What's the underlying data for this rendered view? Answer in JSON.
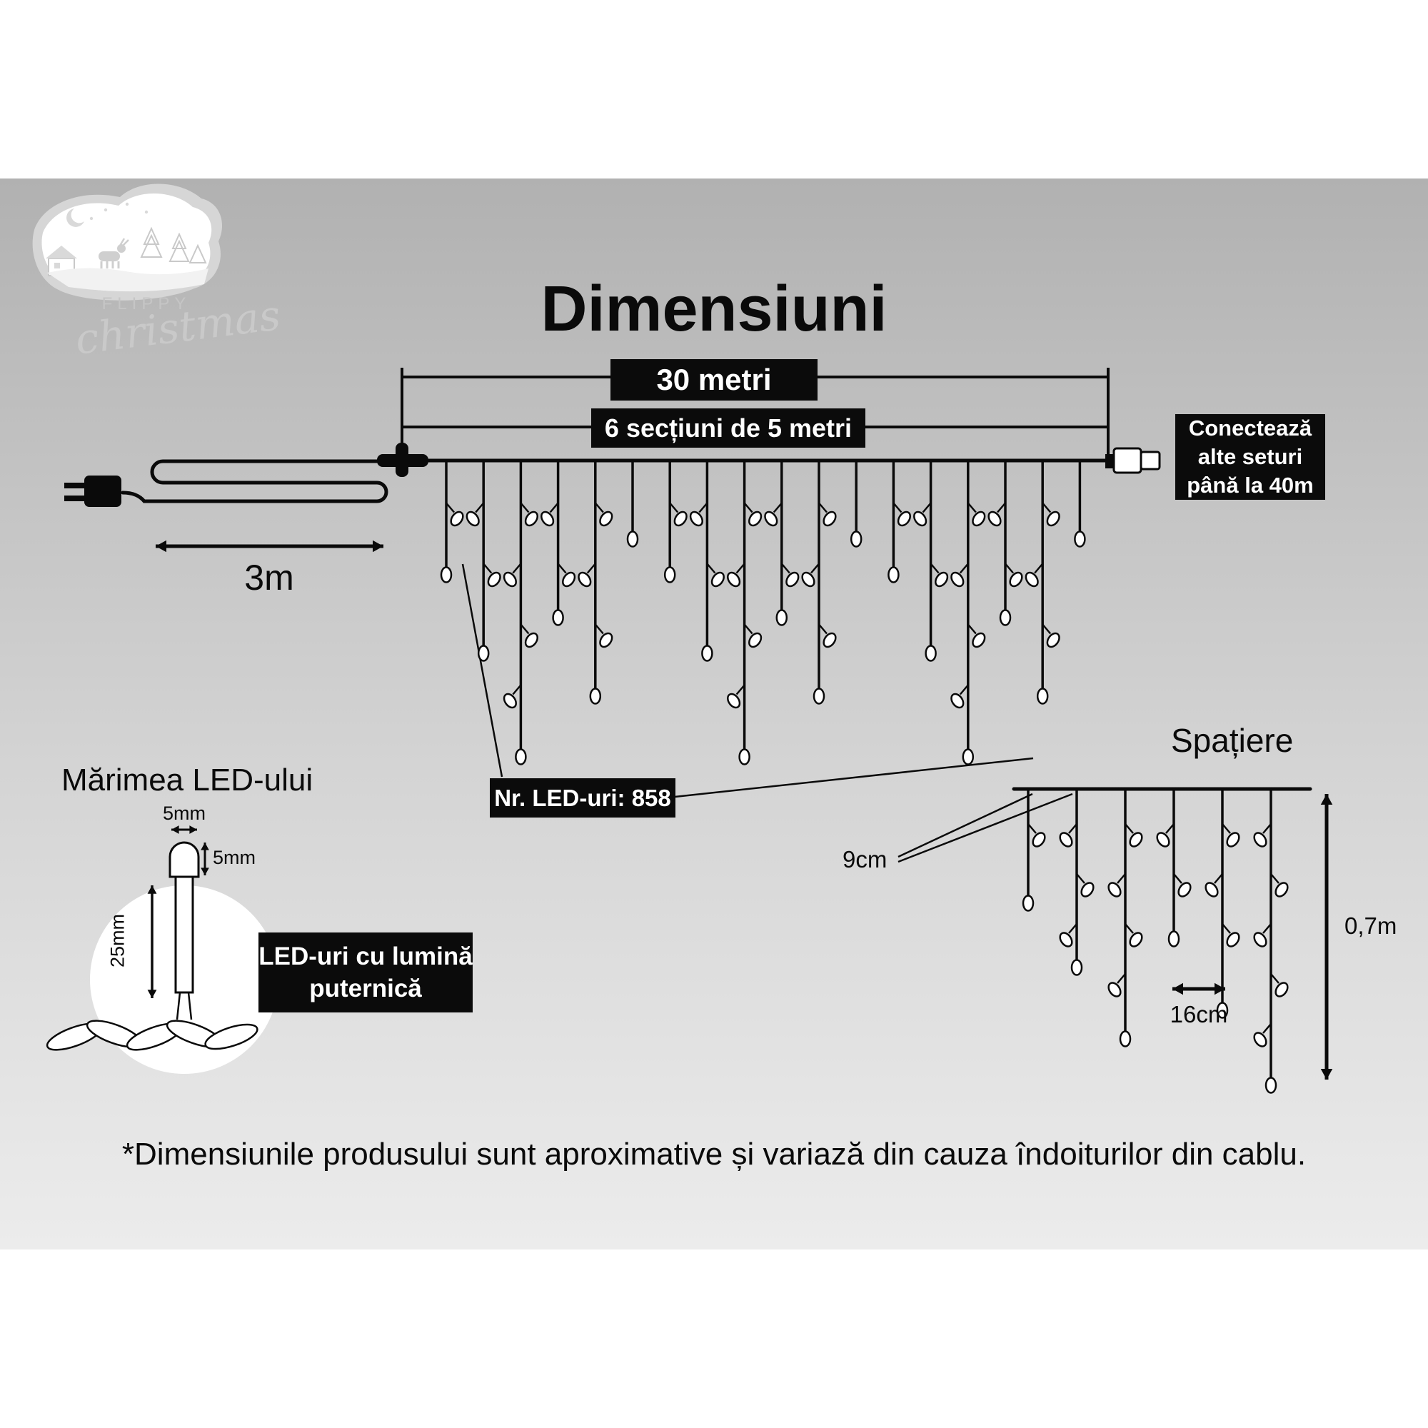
{
  "page": {
    "title": "Dimensiuni",
    "footnote": "*Dimensiunile produsului sunt aproximative și variază din cauza îndoiturilor din cablu."
  },
  "logo": {
    "brand": "FLIPPY",
    "sub": "christmas"
  },
  "dimensions": {
    "total_length_label": "30 metri",
    "sections_label": "6 secțiuni de 5 metri",
    "lead_label": "3m",
    "connect_note": "Conectează\nalte seturi\npână la 40m",
    "led_count_label": "Nr. LED-uri: 858"
  },
  "spacing": {
    "title": "Spațiere",
    "drop_spacing_label": "9cm",
    "led_spacing_label": "16cm",
    "height_label": "0,7m"
  },
  "led_size": {
    "title": "Mărimea LED-ului",
    "width_label": "5mm",
    "head_height_label": "5mm",
    "body_height_label": "25mm",
    "note": "LED-uri cu lumină\nputernică"
  }
}
